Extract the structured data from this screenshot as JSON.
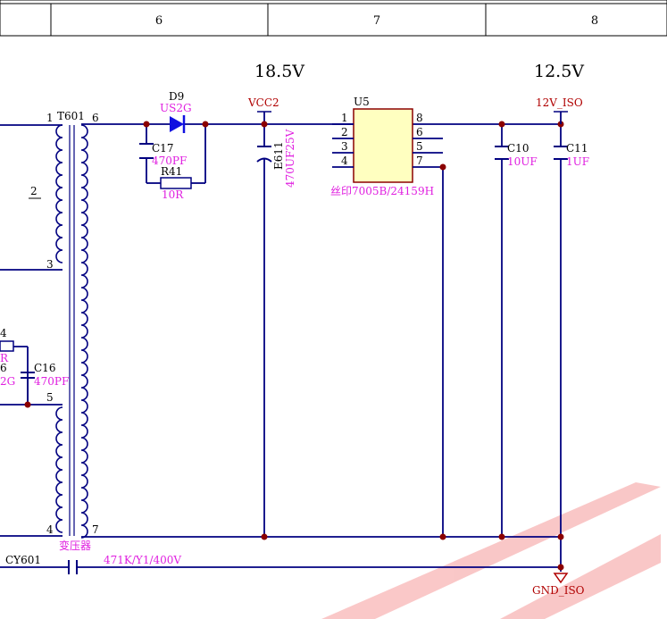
{
  "border": {
    "columns": [
      "6",
      "7",
      "8"
    ]
  },
  "voltages": {
    "v1": "18.5V",
    "v2": "12.5V"
  },
  "nets": {
    "vcc2": "VCC2",
    "v12iso": "12V_ISO",
    "gnd_iso": "GND_ISO"
  },
  "transformer": {
    "ref": "T601",
    "label": "变压器",
    "pins": {
      "p1": "1",
      "p2": "2",
      "p3": "3",
      "p4": "4",
      "p5": "5",
      "p6": "6",
      "p7": "7"
    }
  },
  "d9": {
    "ref": "D9",
    "value": "US2G"
  },
  "c17": {
    "ref": "C17",
    "value": "470PF"
  },
  "r41": {
    "ref": "R41",
    "value": "10R"
  },
  "e611": {
    "ref": "E611",
    "value": "470UF25V"
  },
  "u5": {
    "ref": "U5",
    "marking": "丝印7005B/24159H",
    "pins": {
      "p1": "1",
      "p2": "2",
      "p3": "3",
      "p4": "4",
      "p5": "5",
      "p6": "6",
      "p7": "7",
      "p8": "8"
    }
  },
  "c10": {
    "ref": "C10",
    "value": "10UF"
  },
  "c11": {
    "ref": "C11",
    "value": "1UF"
  },
  "c16": {
    "ref": "C16",
    "value": "470PF"
  },
  "left_partial": {
    "r_ref": "4",
    "r_val": "R",
    "d_ref": "6",
    "d_val": "2G"
  },
  "cy601": {
    "ref": "CY601",
    "value": "471K/Y1/400V"
  },
  "colors": {
    "wire": "#000080",
    "component_text": "#e020e0",
    "net_text": "#b00000",
    "diode": "#1010e0",
    "ic_fill": "#ffffc0",
    "junction": "#8b0000"
  }
}
